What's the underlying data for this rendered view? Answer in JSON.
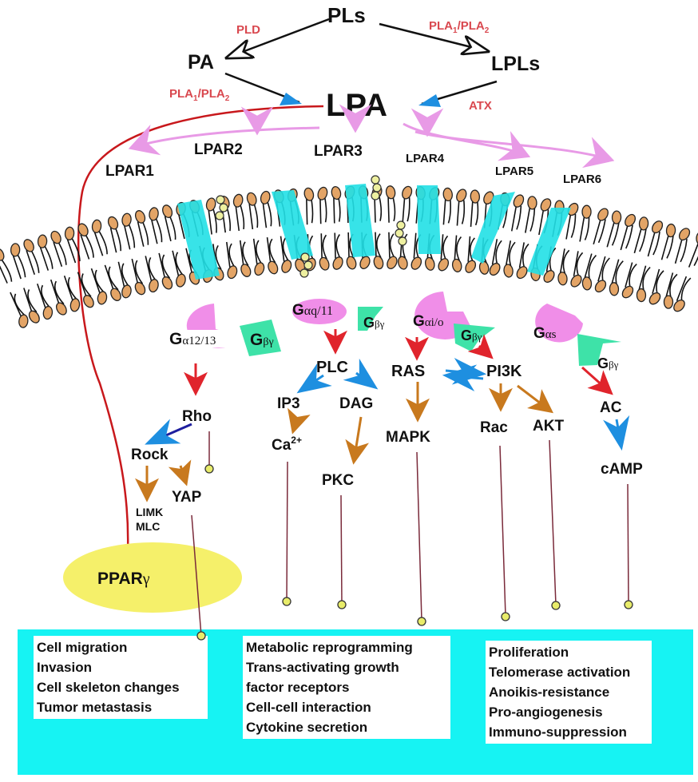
{
  "title": "LPA signaling pathway",
  "colors": {
    "enzyme_label": "#d9484f",
    "receptor_helix": "#22e0e6",
    "g_alpha": "#f08ee8",
    "g_betagamma": "#3ee2a8",
    "red_arrow": "#e0242c",
    "blue_arrow": "#1e8fe0",
    "orange_arrow": "#c8791e",
    "lipid_head": "#e3a466",
    "pparg_fill": "#f5f06a",
    "output_panel": "#16f3f3",
    "end_dot": "#e8ec6a",
    "connector_line": "#7a2a3a",
    "lpa_line": "#c8181c",
    "lpar_arrow": "#e89ae6"
  },
  "synthesis": {
    "pls": "PLs",
    "pa": "PA",
    "lpls": "LPLs",
    "lpa": "LPA",
    "enzymes": {
      "pld": "PLD",
      "pla_right": {
        "base1": "PLA",
        "sub1": "1",
        "sep": "/PLA",
        "sub2": "2"
      },
      "pla_left": {
        "base1": "PLA",
        "sub1": "1",
        "sep": "/PLA",
        "sub2": "2"
      },
      "atx": "ATX"
    }
  },
  "receptors": [
    "LPAR1",
    "LPAR2",
    "LPAR3",
    "LPAR4",
    "LPAR5",
    "LPAR6"
  ],
  "g_proteins": {
    "g12": {
      "G": "G",
      "sub": "α12/13"
    },
    "gq": {
      "G": "G",
      "sub": "αq/11"
    },
    "gi": {
      "G": "G",
      "sub": "αi/o"
    },
    "gs": {
      "G": "G",
      "sub": "αs"
    },
    "gbg": {
      "G": "G",
      "sub": "βγ"
    }
  },
  "effectors": {
    "rho": "Rho",
    "rock": "Rock",
    "yap": "YAP",
    "limk": "LIMK",
    "mlc": "MLC",
    "plc": "PLC",
    "ip3": "IP3",
    "dag": "DAG",
    "ca": "Ca",
    "ca_sup": "2+",
    "pkc": "PKC",
    "ras": "RAS",
    "pi3k": "PI3K",
    "mapk": "MAPK",
    "rac": "Rac",
    "akt": "AKT",
    "ac": "AC",
    "camp": "cAMP",
    "pparg": "PPAR",
    "pparg_greek": "γ"
  },
  "outcomes": {
    "left": [
      "Cell migration",
      "Invasion",
      "Cell skeleton changes",
      "Tumor metastasis"
    ],
    "middle": [
      "Metabolic reprogramming",
      "Trans-activating growth",
      "factor receptors",
      "Cell-cell interaction",
      "Cytokine secretion"
    ],
    "right": [
      "Proliferation",
      "Telomerase activation",
      "Anoikis-resistance",
      "Pro-angiogenesis",
      "Immuno-suppression"
    ]
  }
}
